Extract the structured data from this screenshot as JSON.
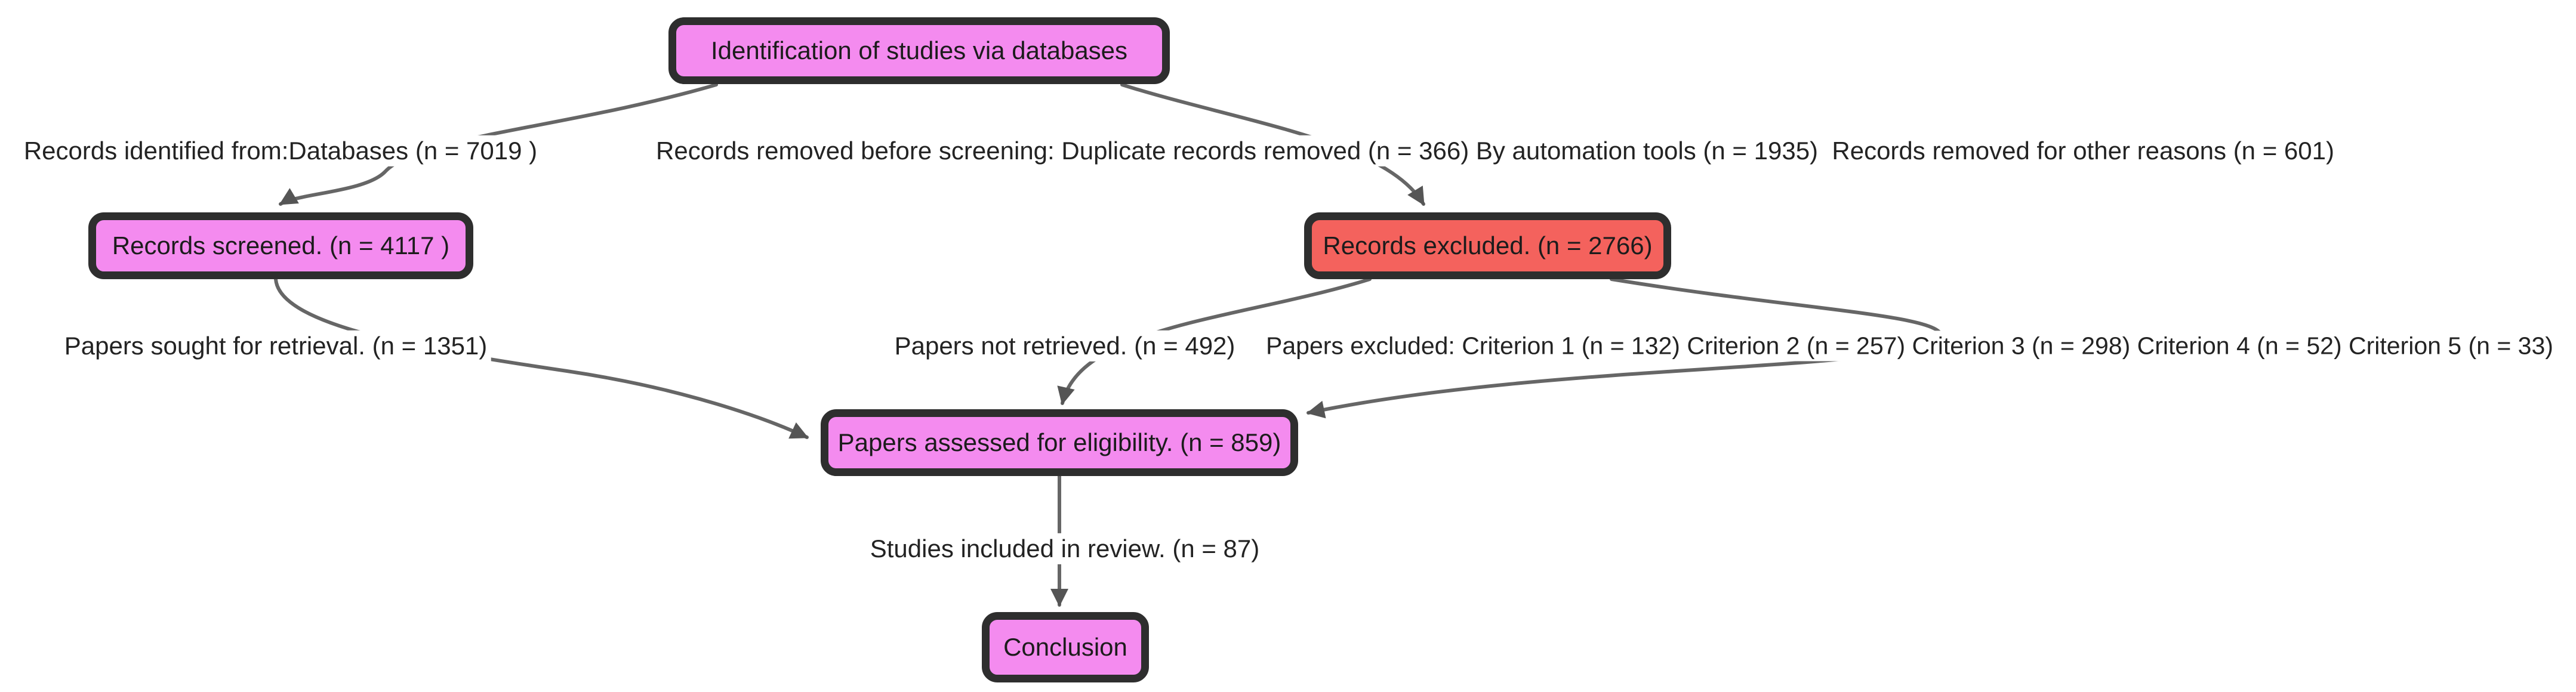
{
  "diagram": {
    "type": "flowchart",
    "description": "PRISMA-style study identification flow diagram",
    "colors": {
      "node_fill_pink": "#f48bef",
      "node_fill_red": "#f4625d",
      "node_border": "#2e2e2e",
      "edge_line": "#666666",
      "arrowhead": "#555555",
      "text": "#232323",
      "background": "#ffffff"
    },
    "nodes": [
      {
        "id": "identification",
        "label": "Identification of studies via databases",
        "fill": "pink"
      },
      {
        "id": "screened",
        "label": "Records screened. (n = 4117 )",
        "fill": "pink"
      },
      {
        "id": "excluded",
        "label": "Records excluded. (n = 2766)",
        "fill": "red"
      },
      {
        "id": "assessed",
        "label": "Papers assessed for eligibility. (n = 859)",
        "fill": "pink"
      },
      {
        "id": "conclusion",
        "label": "Conclusion",
        "fill": "pink"
      }
    ],
    "edges": [
      {
        "from": "identification",
        "to": "screened",
        "label": "Records identified from:Databases (n = 7019 )"
      },
      {
        "from": "identification",
        "to": "excluded",
        "label": "Records removed before screening: Duplicate records removed (n = 366) By automation tools (n = 1935)  Records removed for other reasons (n = 601)"
      },
      {
        "from": "screened",
        "to": "assessed",
        "label": "Papers sought for retrieval. (n = 1351)"
      },
      {
        "from": "excluded",
        "to": "assessed",
        "label": "Papers not retrieved. (n = 492)"
      },
      {
        "from": "excluded",
        "to": "assessed",
        "label": "Papers excluded: Criterion 1 (n = 132) Criterion 2 (n = 257) Criterion 3 (n = 298) Criterion 4 (n = 52) Criterion 5 (n = 33)"
      },
      {
        "from": "assessed",
        "to": "conclusion",
        "label": "Studies included in review. (n = 87)"
      }
    ]
  }
}
